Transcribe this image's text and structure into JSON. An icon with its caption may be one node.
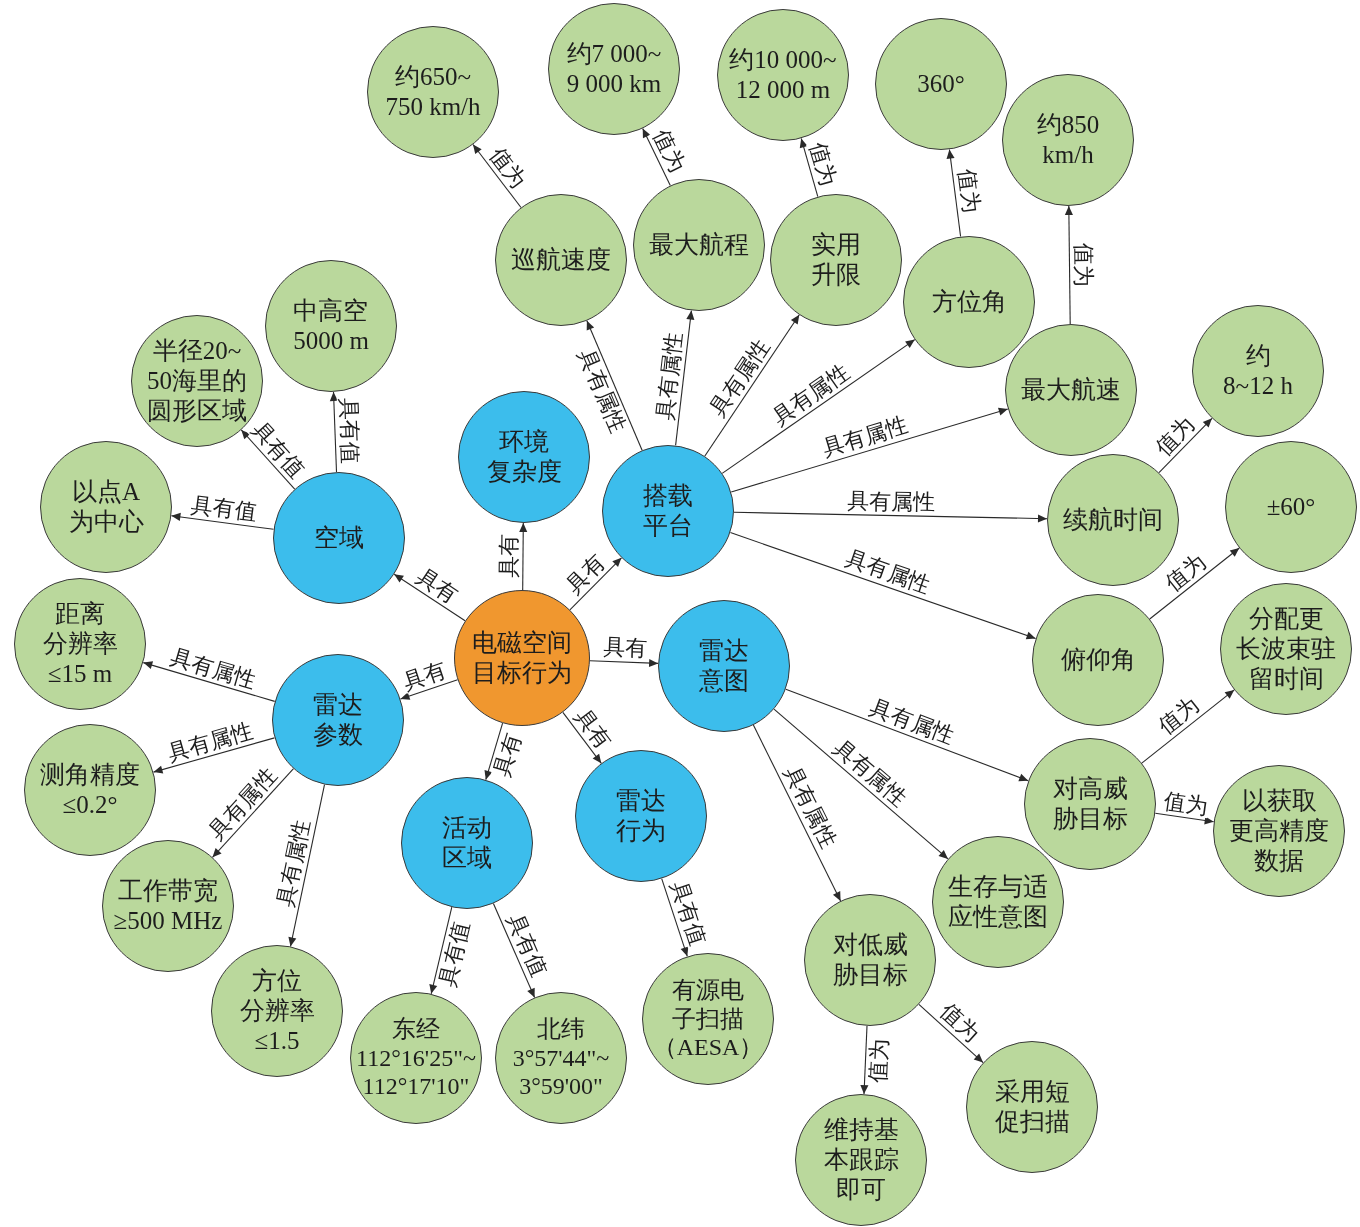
{
  "diagram": {
    "nodes": [
      {
        "text": [
          "电磁空间目标行为"
        ]
      },
      {
        "text": [
          "空域"
        ]
      },
      {
        "text": [
          "环境复杂度"
        ]
      },
      {
        "text": [
          "搭载平台"
        ]
      },
      {
        "text": [
          "雷达参数"
        ]
      },
      {
        "text": [
          "雷达意图"
        ]
      },
      {
        "text": [
          "活动区域"
        ]
      },
      {
        "text": [
          "雷达行为"
        ]
      },
      {
        "text": [
          "以点A为中心"
        ]
      },
      {
        "text": [
          "半径20~50海里的圆形区域"
        ]
      },
      {
        "text": [
          "中高空5000 m"
        ]
      },
      {
        "text": [
          "巡航速度"
        ]
      },
      {
        "text": [
          "最大航程"
        ]
      },
      {
        "text": [
          "实用升限"
        ]
      },
      {
        "text": [
          "方位角"
        ]
      },
      {
        "text": [
          "最大航速"
        ]
      },
      {
        "text": [
          "续航时间"
        ]
      },
      {
        "text": [
          "俯仰角"
        ]
      },
      {
        "text": [
          "约650~750 km/h"
        ]
      },
      {
        "text": [
          "约7 000~9 000 km"
        ]
      },
      {
        "text": [
          "约10 000~12 000 m"
        ]
      },
      {
        "text": [
          "360°"
        ]
      },
      {
        "text": [
          "约850 km/h"
        ]
      },
      {
        "text": [
          "约8~12 h"
        ]
      },
      {
        "text": [
          "±60°"
        ]
      },
      {
        "text": [
          "距离分辨率≤15 m"
        ]
      },
      {
        "text": [
          "测角精度≤0.2°"
        ]
      },
      {
        "text": [
          "工作带宽≥500 MHz"
        ]
      },
      {
        "text": [
          "方位分辨率≤1.5"
        ]
      },
      {
        "text": [
          "东经112°16'25\"~112°17'10\""
        ]
      },
      {
        "text": [
          "北纬3°57'44\"~3°59'00\""
        ]
      },
      {
        "text": [
          "有源电子扫描（AESA）"
        ]
      },
      {
        "text": [
          "对高威胁目标"
        ]
      },
      {
        "text": [
          "生存与适应性意图"
        ]
      },
      {
        "text": [
          "对低威胁目标"
        ]
      },
      {
        "text": [
          "分配更长波束驻留时间"
        ]
      },
      {
        "text": [
          "以获取更高精度数据"
        ]
      },
      {
        "text": [
          "维持基本跟踪即可"
        ]
      },
      {
        "text": [
          "采用短促扫描"
        ]
      }
    ],
    "edges": [
      {
        "from": 0,
        "to": 1,
        "arrow": "to",
        "label": "具有"
      },
      {
        "from": 0,
        "to": 2,
        "arrow": "to",
        "label": "具有"
      },
      {
        "from": 0,
        "to": 3,
        "arrow": "to",
        "label": "具有"
      },
      {
        "from": 0,
        "to": 4,
        "arrow": "to",
        "label": "具有"
      },
      {
        "from": 0,
        "to": 5,
        "arrow": "to",
        "label": "具有"
      },
      {
        "from": 0,
        "to": 6,
        "arrow": "to",
        "label": "具有"
      },
      {
        "from": 0,
        "to": 7,
        "arrow": "to",
        "label": "具有"
      },
      {
        "from": 1,
        "to": 8,
        "arrow": "to",
        "label": "具有值"
      },
      {
        "from": 1,
        "to": 9,
        "arrow": "to",
        "label": "具有值"
      },
      {
        "from": 1,
        "to": 10,
        "arrow": "to",
        "label": "具有值"
      },
      {
        "from": 3,
        "to": 11,
        "arrow": "to",
        "label": "具有属性"
      },
      {
        "from": 3,
        "to": 12,
        "arrow": "to",
        "label": "具有属性"
      },
      {
        "from": 3,
        "to": 13,
        "arrow": "to",
        "label": "具有属性"
      },
      {
        "from": 3,
        "to": 14,
        "arrow": "to",
        "label": "具有属性"
      },
      {
        "from": 3,
        "to": 15,
        "arrow": "to",
        "label": "具有属性"
      },
      {
        "from": 3,
        "to": 16,
        "arrow": "to",
        "label": "具有属性"
      },
      {
        "from": 3,
        "to": 17,
        "arrow": "to",
        "label": "具有属性"
      },
      {
        "from": 11,
        "to": 18,
        "arrow": "to",
        "label": "值为"
      },
      {
        "from": 12,
        "to": 19,
        "arrow": "to",
        "label": "值为"
      },
      {
        "from": 13,
        "to": 20,
        "arrow": "to",
        "label": "值为"
      },
      {
        "from": 14,
        "to": 21,
        "arrow": "to",
        "label": "值为"
      },
      {
        "from": 15,
        "to": 22,
        "arrow": "to",
        "label": "值为"
      },
      {
        "from": 16,
        "to": 23,
        "arrow": "to",
        "label": "值为"
      },
      {
        "from": 17,
        "to": 24,
        "arrow": "to",
        "label": "值为"
      },
      {
        "from": 4,
        "to": 25,
        "arrow": "to",
        "label": "具有属性"
      },
      {
        "from": 4,
        "to": 26,
        "arrow": "to",
        "label": "具有属性"
      },
      {
        "from": 4,
        "to": 27,
        "arrow": "to",
        "label": "具有属性"
      },
      {
        "from": 4,
        "to": 28,
        "arrow": "to",
        "label": "具有属性"
      },
      {
        "from": 6,
        "to": 29,
        "arrow": "to",
        "label": "具有值"
      },
      {
        "from": 6,
        "to": 30,
        "arrow": "to",
        "label": "具有值"
      },
      {
        "from": 7,
        "to": 31,
        "arrow": "to",
        "label": "具有值"
      },
      {
        "from": 5,
        "to": 32,
        "arrow": "to",
        "label": "具有属性"
      },
      {
        "from": 5,
        "to": 33,
        "arrow": "to",
        "label": "具有属性"
      },
      {
        "from": 5,
        "to": 34,
        "arrow": "to",
        "label": "具有属性"
      },
      {
        "from": 32,
        "to": 35,
        "arrow": "to",
        "label": "值为"
      },
      {
        "from": 32,
        "to": 36,
        "arrow": "to",
        "label": "值为"
      },
      {
        "from": 34,
        "to": 37,
        "arrow": "to",
        "label": "值为"
      },
      {
        "from": 34,
        "to": 38,
        "arrow": "to",
        "label": "值为"
      }
    ]
  }
}
